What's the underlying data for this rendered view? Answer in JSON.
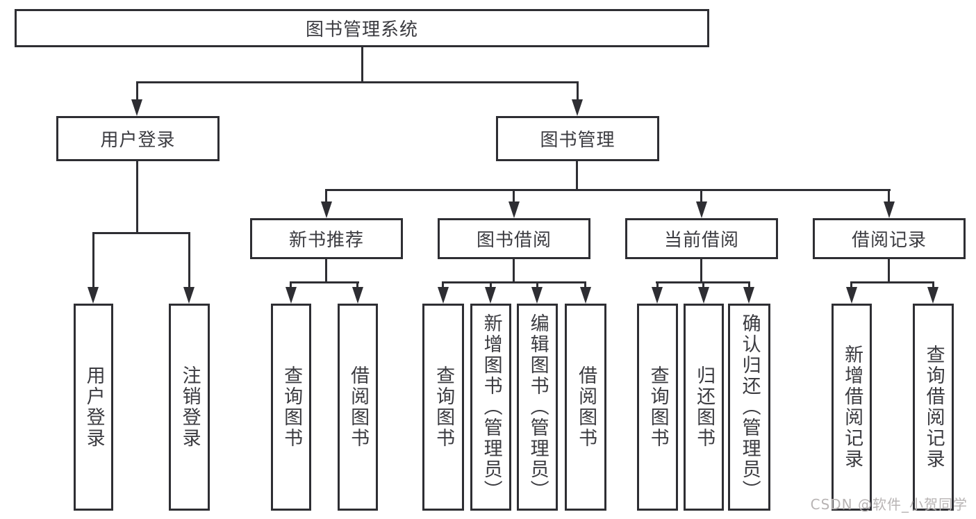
{
  "colors": {
    "line": "#2e2e33",
    "text": "#3b3b40",
    "watermark": "#b8b4b4",
    "background": "#ffffff"
  },
  "watermark": {
    "text": "CSDN @软件_小贺同学"
  },
  "tree": {
    "root": {
      "label": "图书管理系统"
    },
    "level2": [
      {
        "label": "用户登录",
        "leaves": [
          {
            "label": "用户登录"
          },
          {
            "label": "注销登录"
          }
        ]
      },
      {
        "label": "图书管理",
        "groups": [
          {
            "label": "新书推荐",
            "leaves": [
              {
                "label": "查询图书"
              },
              {
                "label": "借阅图书"
              }
            ]
          },
          {
            "label": "图书借阅",
            "leaves": [
              {
                "label": "查询图书"
              },
              {
                "label": "新增图书（管理员）"
              },
              {
                "label": "编辑图书（管理员）"
              },
              {
                "label": "借阅图书"
              }
            ]
          },
          {
            "label": "当前借阅",
            "leaves": [
              {
                "label": "查询图书"
              },
              {
                "label": "归还图书"
              },
              {
                "label": "确认归还（管理员）"
              }
            ]
          },
          {
            "label": "借阅记录",
            "leaves": [
              {
                "label": "新增借阅记录"
              },
              {
                "label": "查询借阅记录"
              }
            ]
          }
        ]
      }
    ]
  }
}
